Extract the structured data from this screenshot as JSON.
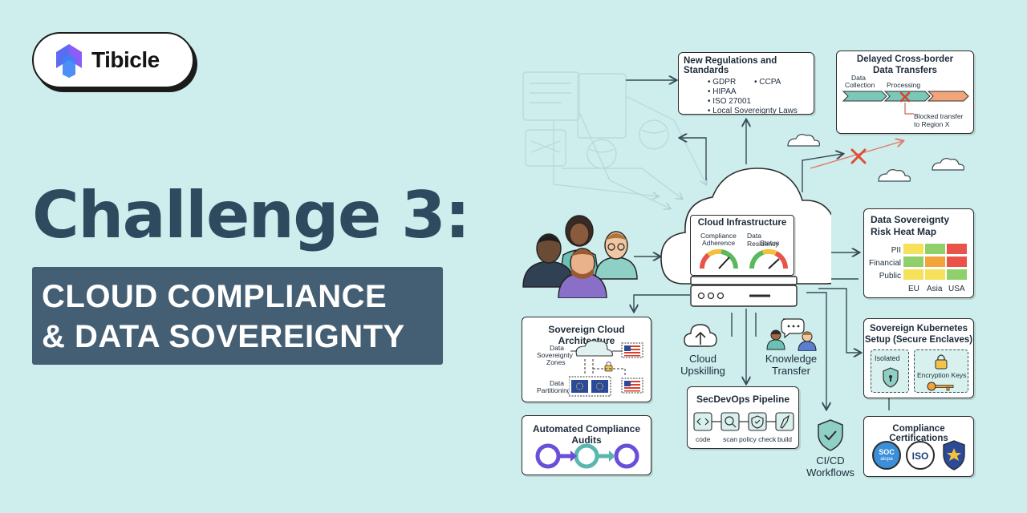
{
  "brand": {
    "name": "Tibicle"
  },
  "headline": "Challenge 3:",
  "subtitle": {
    "line1": "CLOUD COMPLIANCE",
    "line2": "& DATA SOVEREIGNTY"
  },
  "regulations": {
    "title": "New Regulations and Standards",
    "items": [
      "• GDPR",
      "• CCPA",
      "• HIPAA",
      "• ISO 27001",
      "• Local Sovereignty Laws"
    ]
  },
  "transfers": {
    "title": "Delayed Cross-border Data Transfers",
    "title_line1": "Delayed Cross-border",
    "title_line2": "Data Transfers",
    "step1_line1": "Data",
    "step1_line2": "Collection",
    "step2": "Processing",
    "blocked_line1": "Blocked transfer",
    "blocked_line2": "to Region X"
  },
  "cloud": {
    "title": "Cloud Infrastructure",
    "gauge1_line1": "Compliance",
    "gauge1_line2": "Adherence",
    "gauge2_line1": "Data Residency",
    "gauge2_line2": "Status"
  },
  "heatmap": {
    "title_line1": "Data Sovereignty",
    "title_line2": "Risk Heat Map",
    "rows": [
      "PII",
      "Financial",
      "Public"
    ],
    "cols": [
      "EU",
      "Asia",
      "USA"
    ],
    "colors": {
      "yellow": "#f5e15a",
      "green": "#8fd06a",
      "orange": "#f2a33a",
      "red": "#e9534a"
    }
  },
  "architecture": {
    "title": "Sovereign Cloud Architecture",
    "zones_line1": "Data",
    "zones_line2": "Sovereignty",
    "zones_line3": "Zones",
    "partition_line1": "Data",
    "partition_line2": "Partitioning"
  },
  "upskilling": {
    "line1": "Cloud",
    "line2": "Upskilling"
  },
  "knowledge": {
    "line1": "Knowledge",
    "line2": "Transfer"
  },
  "kubernetes": {
    "title_line1": "Sovereign Kubernetes",
    "title_line2": "Setup (Secure Enclaves)",
    "isolated": "Isolated",
    "keys": "Encryption Keys"
  },
  "audits": {
    "title": "Automated Compliance Audits"
  },
  "secdevops": {
    "title": "SecDevOps Pipeline",
    "steps": [
      "code",
      "scan",
      "policy check",
      "build"
    ]
  },
  "cicd": {
    "line1": "CI/CD",
    "line2": "Workflows"
  },
  "certifications": {
    "title": "Compliance Certifications",
    "soc_line1": "SOC",
    "soc_line2": "aicpa",
    "iso": "ISO"
  },
  "colors": {
    "background": "#cdeeed",
    "headline": "#2e4a5e",
    "subtitle_bg": "#445e73",
    "accent_purple": "#6a4fd8",
    "accent_teal": "#5bb7ad"
  }
}
